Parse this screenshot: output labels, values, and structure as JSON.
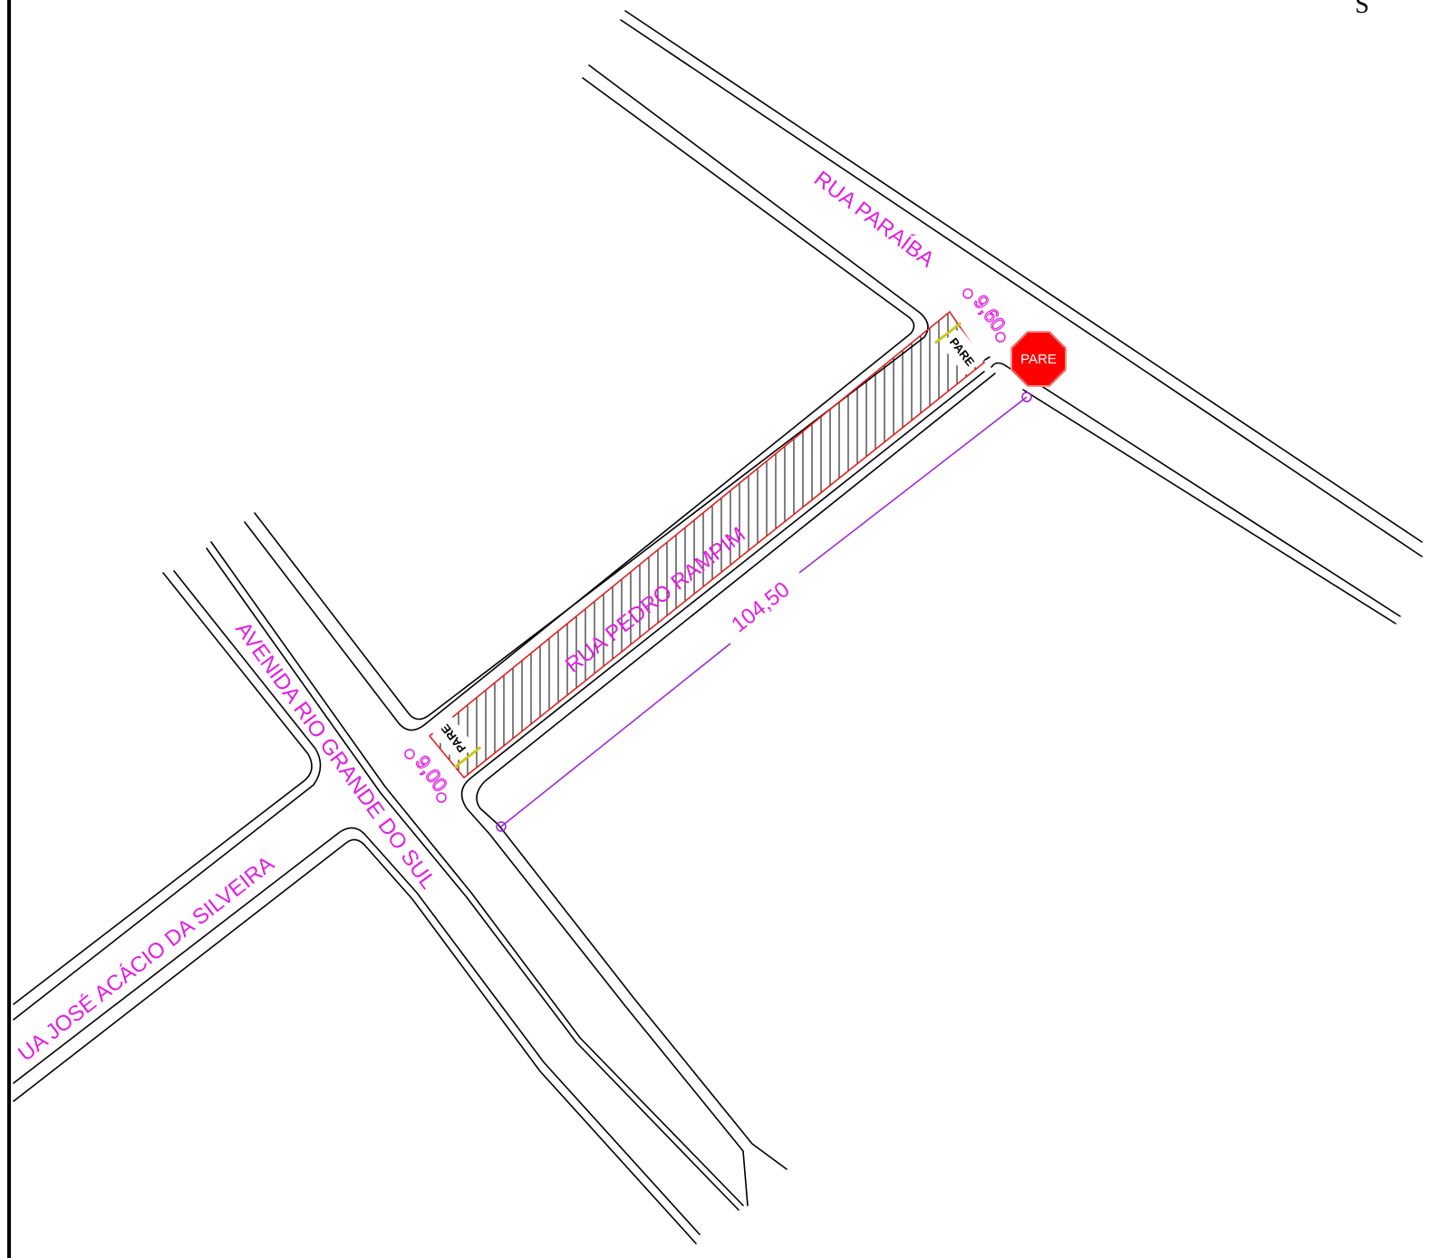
{
  "map": {
    "streets": {
      "rua_paraiba": "RUA PARAÍBA",
      "rua_pedro_rampim": "RUA PEDRO RAMPIM",
      "avenida_rio_grande_do_sul": "AVENIDA RIO GRANDE DO SUL",
      "rua_jose_acacio": "UA JOSÉ ACÁCIO DA SILVEIRA"
    },
    "dimensions": {
      "length": "104,50",
      "width_top": "9,60",
      "width_bottom": "9,00"
    },
    "stop_sign": "PARE",
    "road_marking": "PARE",
    "corner_letter": "S",
    "colors": {
      "label": "#e11ee1",
      "dimension_line": "#9b1fd6",
      "hatch_border": "#e02020",
      "stop_sign": "#ff0000",
      "marking_accent": "#c8c81e",
      "road_lines": "#000000"
    }
  }
}
